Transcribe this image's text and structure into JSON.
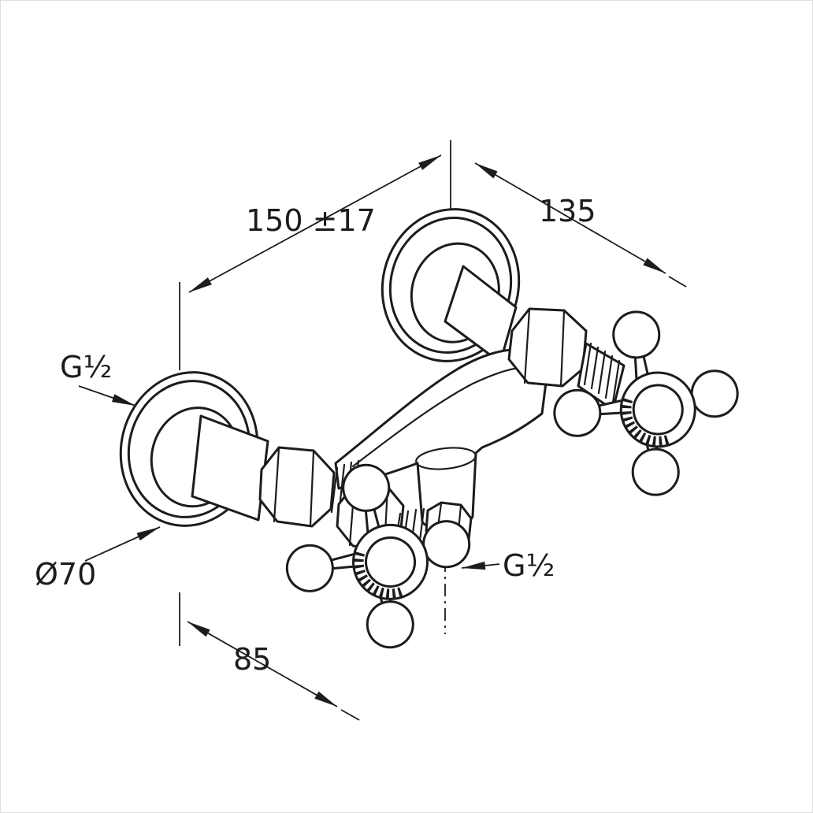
{
  "page": {
    "background": "#ffffff"
  },
  "drawing": {
    "line_color": "#1c1c1c",
    "labels": {
      "dim_top_left": "150 ±17",
      "dim_top_right": "135",
      "thread_top_left": "G½",
      "diameter_bottom_left": "Ø70",
      "thread_bottom_right": "G½",
      "dim_bottom": "85"
    }
  }
}
